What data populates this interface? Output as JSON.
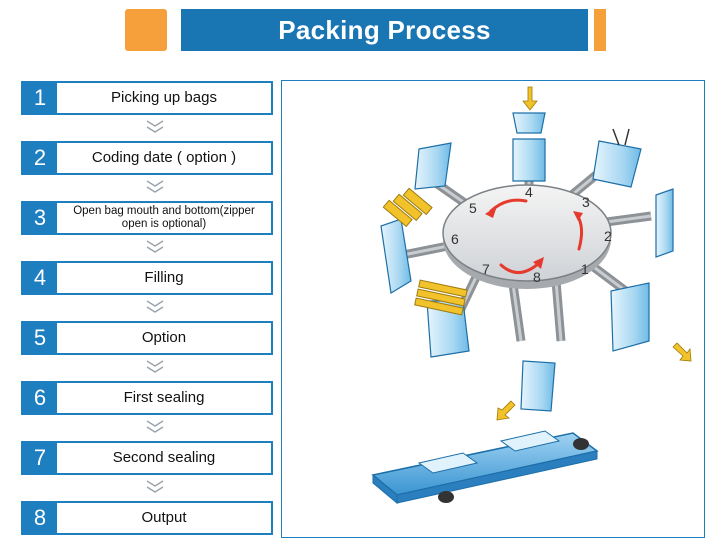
{
  "header": {
    "title": "Packing Process"
  },
  "steps": [
    {
      "num": "1",
      "label": "Picking up bags"
    },
    {
      "num": "2",
      "label": "Coding date ( option )"
    },
    {
      "num": "3",
      "label": "Open bag mouth and bottom(zipper open is optional)"
    },
    {
      "num": "4",
      "label": "Filling"
    },
    {
      "num": "5",
      "label": "Option"
    },
    {
      "num": "6",
      "label": "First sealing"
    },
    {
      "num": "7",
      "label": "Second sealing"
    },
    {
      "num": "8",
      "label": "Output"
    }
  ],
  "diagram": {
    "station_numbers": [
      "1",
      "2",
      "3",
      "4",
      "5",
      "6",
      "7",
      "8"
    ],
    "colors": {
      "blue": "#1d7fc0",
      "orange": "#f5a03a",
      "arrow_red": "#e53a2e",
      "arrow_gold": "#f2c22a",
      "bag_blue": "#bfe3f7",
      "conveyor": "#3f9fd8"
    }
  }
}
